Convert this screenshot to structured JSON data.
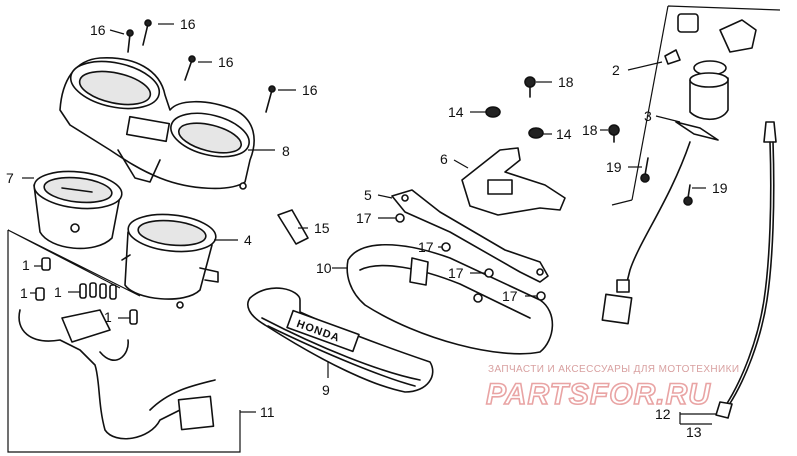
{
  "diagram": {
    "callouts": [
      "1",
      "1",
      "1",
      "1",
      "2",
      "3",
      "4",
      "5",
      "6",
      "7",
      "8",
      "9",
      "10",
      "11",
      "12",
      "13",
      "14",
      "14",
      "15",
      "16",
      "16",
      "16",
      "16",
      "17",
      "17",
      "17",
      "17",
      "18",
      "18",
      "19",
      "19"
    ],
    "brand_plate": "HONDA"
  },
  "watermark": {
    "caption": "ЗАПЧАСТИ И АКСЕССУАРЫ ДЛЯ МОТОТЕХНИКИ",
    "brand": "PARTSFOR.RU",
    "color": "#e9a4a4"
  }
}
